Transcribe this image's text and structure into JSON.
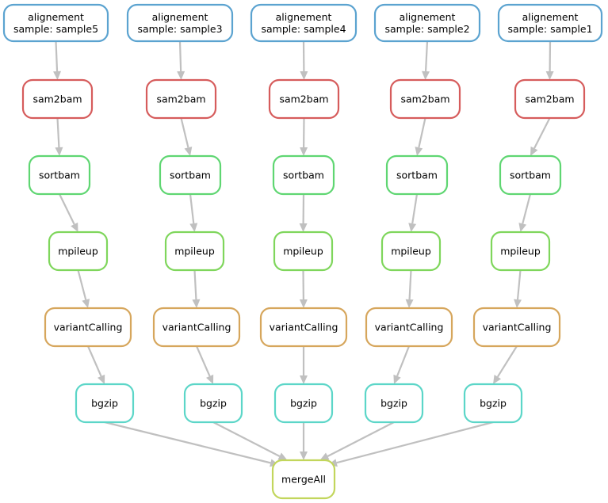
{
  "colors": {
    "alignement": "#5ba3d0",
    "sam2bam": "#d65c5c",
    "sortbam": "#5fd672",
    "mpileup": "#7fd65c",
    "variantCalling": "#d6a65c",
    "bgzip": "#5cd6c8",
    "mergeAll": "#c2d65c",
    "edge": "#c0c0c0"
  },
  "nodes": [
    {
      "id": "align5",
      "kind": "alignement",
      "lines": [
        "alignement",
        "sample: sample5"
      ]
    },
    {
      "id": "align3",
      "kind": "alignement",
      "lines": [
        "alignement",
        "sample: sample3"
      ]
    },
    {
      "id": "align4",
      "kind": "alignement",
      "lines": [
        "alignement",
        "sample: sample4"
      ]
    },
    {
      "id": "align2",
      "kind": "alignement",
      "lines": [
        "alignement",
        "sample: sample2"
      ]
    },
    {
      "id": "align1",
      "kind": "alignement",
      "lines": [
        "alignement",
        "sample: sample1"
      ]
    },
    {
      "id": "sam5",
      "kind": "sam2bam",
      "lines": [
        "sam2bam"
      ]
    },
    {
      "id": "sam3",
      "kind": "sam2bam",
      "lines": [
        "sam2bam"
      ]
    },
    {
      "id": "sam4",
      "kind": "sam2bam",
      "lines": [
        "sam2bam"
      ]
    },
    {
      "id": "sam2",
      "kind": "sam2bam",
      "lines": [
        "sam2bam"
      ]
    },
    {
      "id": "sam1",
      "kind": "sam2bam",
      "lines": [
        "sam2bam"
      ]
    },
    {
      "id": "sort5",
      "kind": "sortbam",
      "lines": [
        "sortbam"
      ]
    },
    {
      "id": "sort3",
      "kind": "sortbam",
      "lines": [
        "sortbam"
      ]
    },
    {
      "id": "sort4",
      "kind": "sortbam",
      "lines": [
        "sortbam"
      ]
    },
    {
      "id": "sort2",
      "kind": "sortbam",
      "lines": [
        "sortbam"
      ]
    },
    {
      "id": "sort1",
      "kind": "sortbam",
      "lines": [
        "sortbam"
      ]
    },
    {
      "id": "mp5",
      "kind": "mpileup",
      "lines": [
        "mpileup"
      ]
    },
    {
      "id": "mp3",
      "kind": "mpileup",
      "lines": [
        "mpileup"
      ]
    },
    {
      "id": "mp4",
      "kind": "mpileup",
      "lines": [
        "mpileup"
      ]
    },
    {
      "id": "mp2",
      "kind": "mpileup",
      "lines": [
        "mpileup"
      ]
    },
    {
      "id": "mp1",
      "kind": "mpileup",
      "lines": [
        "mpileup"
      ]
    },
    {
      "id": "vc5",
      "kind": "variantCalling",
      "lines": [
        "variantCalling"
      ]
    },
    {
      "id": "vc3",
      "kind": "variantCalling",
      "lines": [
        "variantCalling"
      ]
    },
    {
      "id": "vc4",
      "kind": "variantCalling",
      "lines": [
        "variantCalling"
      ]
    },
    {
      "id": "vc2",
      "kind": "variantCalling",
      "lines": [
        "variantCalling"
      ]
    },
    {
      "id": "vc1",
      "kind": "variantCalling",
      "lines": [
        "variantCalling"
      ]
    },
    {
      "id": "bg5",
      "kind": "bgzip",
      "lines": [
        "bgzip"
      ]
    },
    {
      "id": "bg3",
      "kind": "bgzip",
      "lines": [
        "bgzip"
      ]
    },
    {
      "id": "bg4",
      "kind": "bgzip",
      "lines": [
        "bgzip"
      ]
    },
    {
      "id": "bg2",
      "kind": "bgzip",
      "lines": [
        "bgzip"
      ]
    },
    {
      "id": "bg1",
      "kind": "bgzip",
      "lines": [
        "bgzip"
      ]
    },
    {
      "id": "merge",
      "kind": "mergeAll",
      "lines": [
        "mergeAll"
      ]
    }
  ],
  "edges": [
    [
      "align5",
      "sam5"
    ],
    [
      "align3",
      "sam3"
    ],
    [
      "align4",
      "sam4"
    ],
    [
      "align2",
      "sam2"
    ],
    [
      "align1",
      "sam1"
    ],
    [
      "sam5",
      "sort5"
    ],
    [
      "sam3",
      "sort3"
    ],
    [
      "sam4",
      "sort4"
    ],
    [
      "sam2",
      "sort2"
    ],
    [
      "sam1",
      "sort1"
    ],
    [
      "sort5",
      "mp5"
    ],
    [
      "sort3",
      "mp3"
    ],
    [
      "sort4",
      "mp4"
    ],
    [
      "sort2",
      "mp2"
    ],
    [
      "sort1",
      "mp1"
    ],
    [
      "mp5",
      "vc5"
    ],
    [
      "mp3",
      "vc3"
    ],
    [
      "mp4",
      "vc4"
    ],
    [
      "mp2",
      "vc2"
    ],
    [
      "mp1",
      "vc1"
    ],
    [
      "vc5",
      "bg5"
    ],
    [
      "vc3",
      "bg3"
    ],
    [
      "vc4",
      "bg4"
    ],
    [
      "vc2",
      "bg2"
    ],
    [
      "vc1",
      "bg1"
    ],
    [
      "bg5",
      "merge"
    ],
    [
      "bg3",
      "merge"
    ],
    [
      "bg4",
      "merge"
    ],
    [
      "bg2",
      "merge"
    ],
    [
      "bg1",
      "merge"
    ]
  ]
}
